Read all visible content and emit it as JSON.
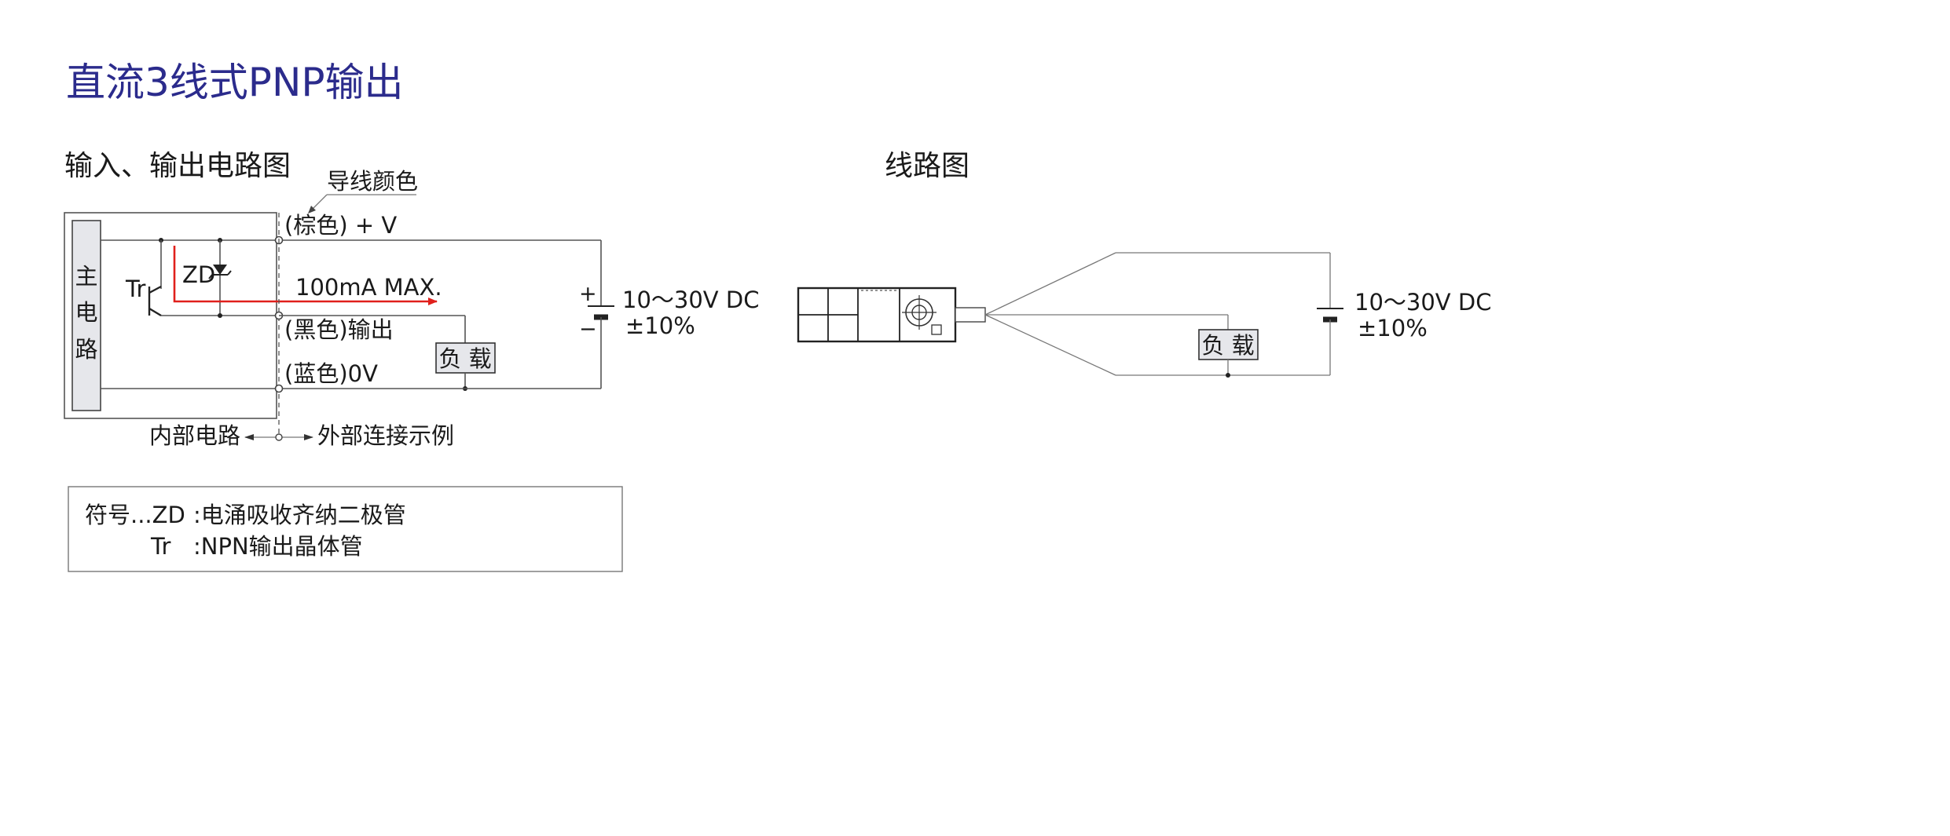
{
  "title": "直流3线式PNP输出",
  "io_circuit": {
    "heading": "输入、输出电路图",
    "wire_color_caption": "导线颜色",
    "main_circuit_label": [
      "主",
      "电",
      "路"
    ],
    "transistor_label": "Tr",
    "zener_label": "ZD",
    "current_label": "100mA  MAX.",
    "terminal_brown": "(棕色) + V",
    "terminal_black": "(黑色)输出",
    "terminal_blue": "(蓝色)0V",
    "load_label": "负 载",
    "supply_voltage": "10～30V DC",
    "supply_tolerance": "±10%",
    "battery_plus": "+",
    "battery_minus": "−",
    "internal_label": "内部电路",
    "external_label": "外部连接示例"
  },
  "legend": {
    "row1_symbol": "符号...ZD",
    "row1_desc": ":电涌吸收齐纳二极管",
    "row2_symbol": "Tr",
    "row2_desc": ":NPN输出晶体管"
  },
  "wiring": {
    "heading": "线路图",
    "load_label": "负 载",
    "supply_voltage": "10～30V DC",
    "supply_tolerance": "±10%"
  },
  "colors": {
    "title": "#2b2b8c",
    "current_arrow": "#e0201c",
    "main_block_fill": "#e6e7eb"
  }
}
